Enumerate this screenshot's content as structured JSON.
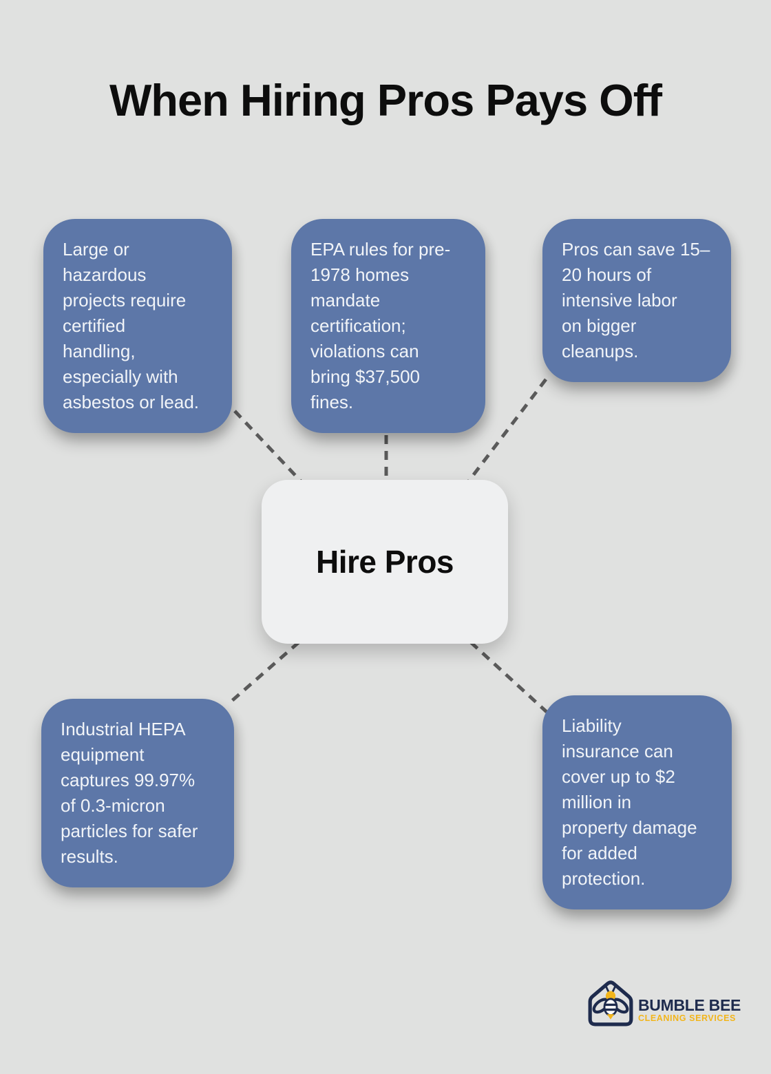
{
  "title": "When Hiring Pros Pays Off",
  "center": {
    "label": "Hire Pros"
  },
  "nodes": [
    {
      "id": "top-left",
      "text": "Large or\nhazardous\nprojects require\ncertified\nhandling,\nespecially with\nasbestos or lead."
    },
    {
      "id": "top-center",
      "text": "EPA rules for pre-\n1978 homes\nmandate\ncertification;\nviolations can\nbring $37,500\nfines."
    },
    {
      "id": "top-right",
      "text": "Pros can save 15–\n20 hours of\nintensive labor\non bigger\ncleanups."
    },
    {
      "id": "bottom-left",
      "text": "Industrial HEPA\nequipment\ncaptures 99.97%\nof 0.3-micron\nparticles for safer\nresults."
    },
    {
      "id": "bottom-right",
      "text": "Liability\ninsurance can\ncover up to $2\nmillion in\nproperty damage\nfor added\nprotection."
    }
  ],
  "logo": {
    "brand": "BUMBLE BEE",
    "tagline": "CLEANING SERVICES"
  },
  "colors": {
    "background": "#e0e1e0",
    "bubble": "#5d77a8",
    "bubble_text": "#f1f4f8",
    "center_bg": "#eff0f1",
    "connector": "#5a5a5a",
    "title_text": "#0d0d0d",
    "logo_navy": "#1e2b4d",
    "logo_yellow": "#f2b51b"
  }
}
